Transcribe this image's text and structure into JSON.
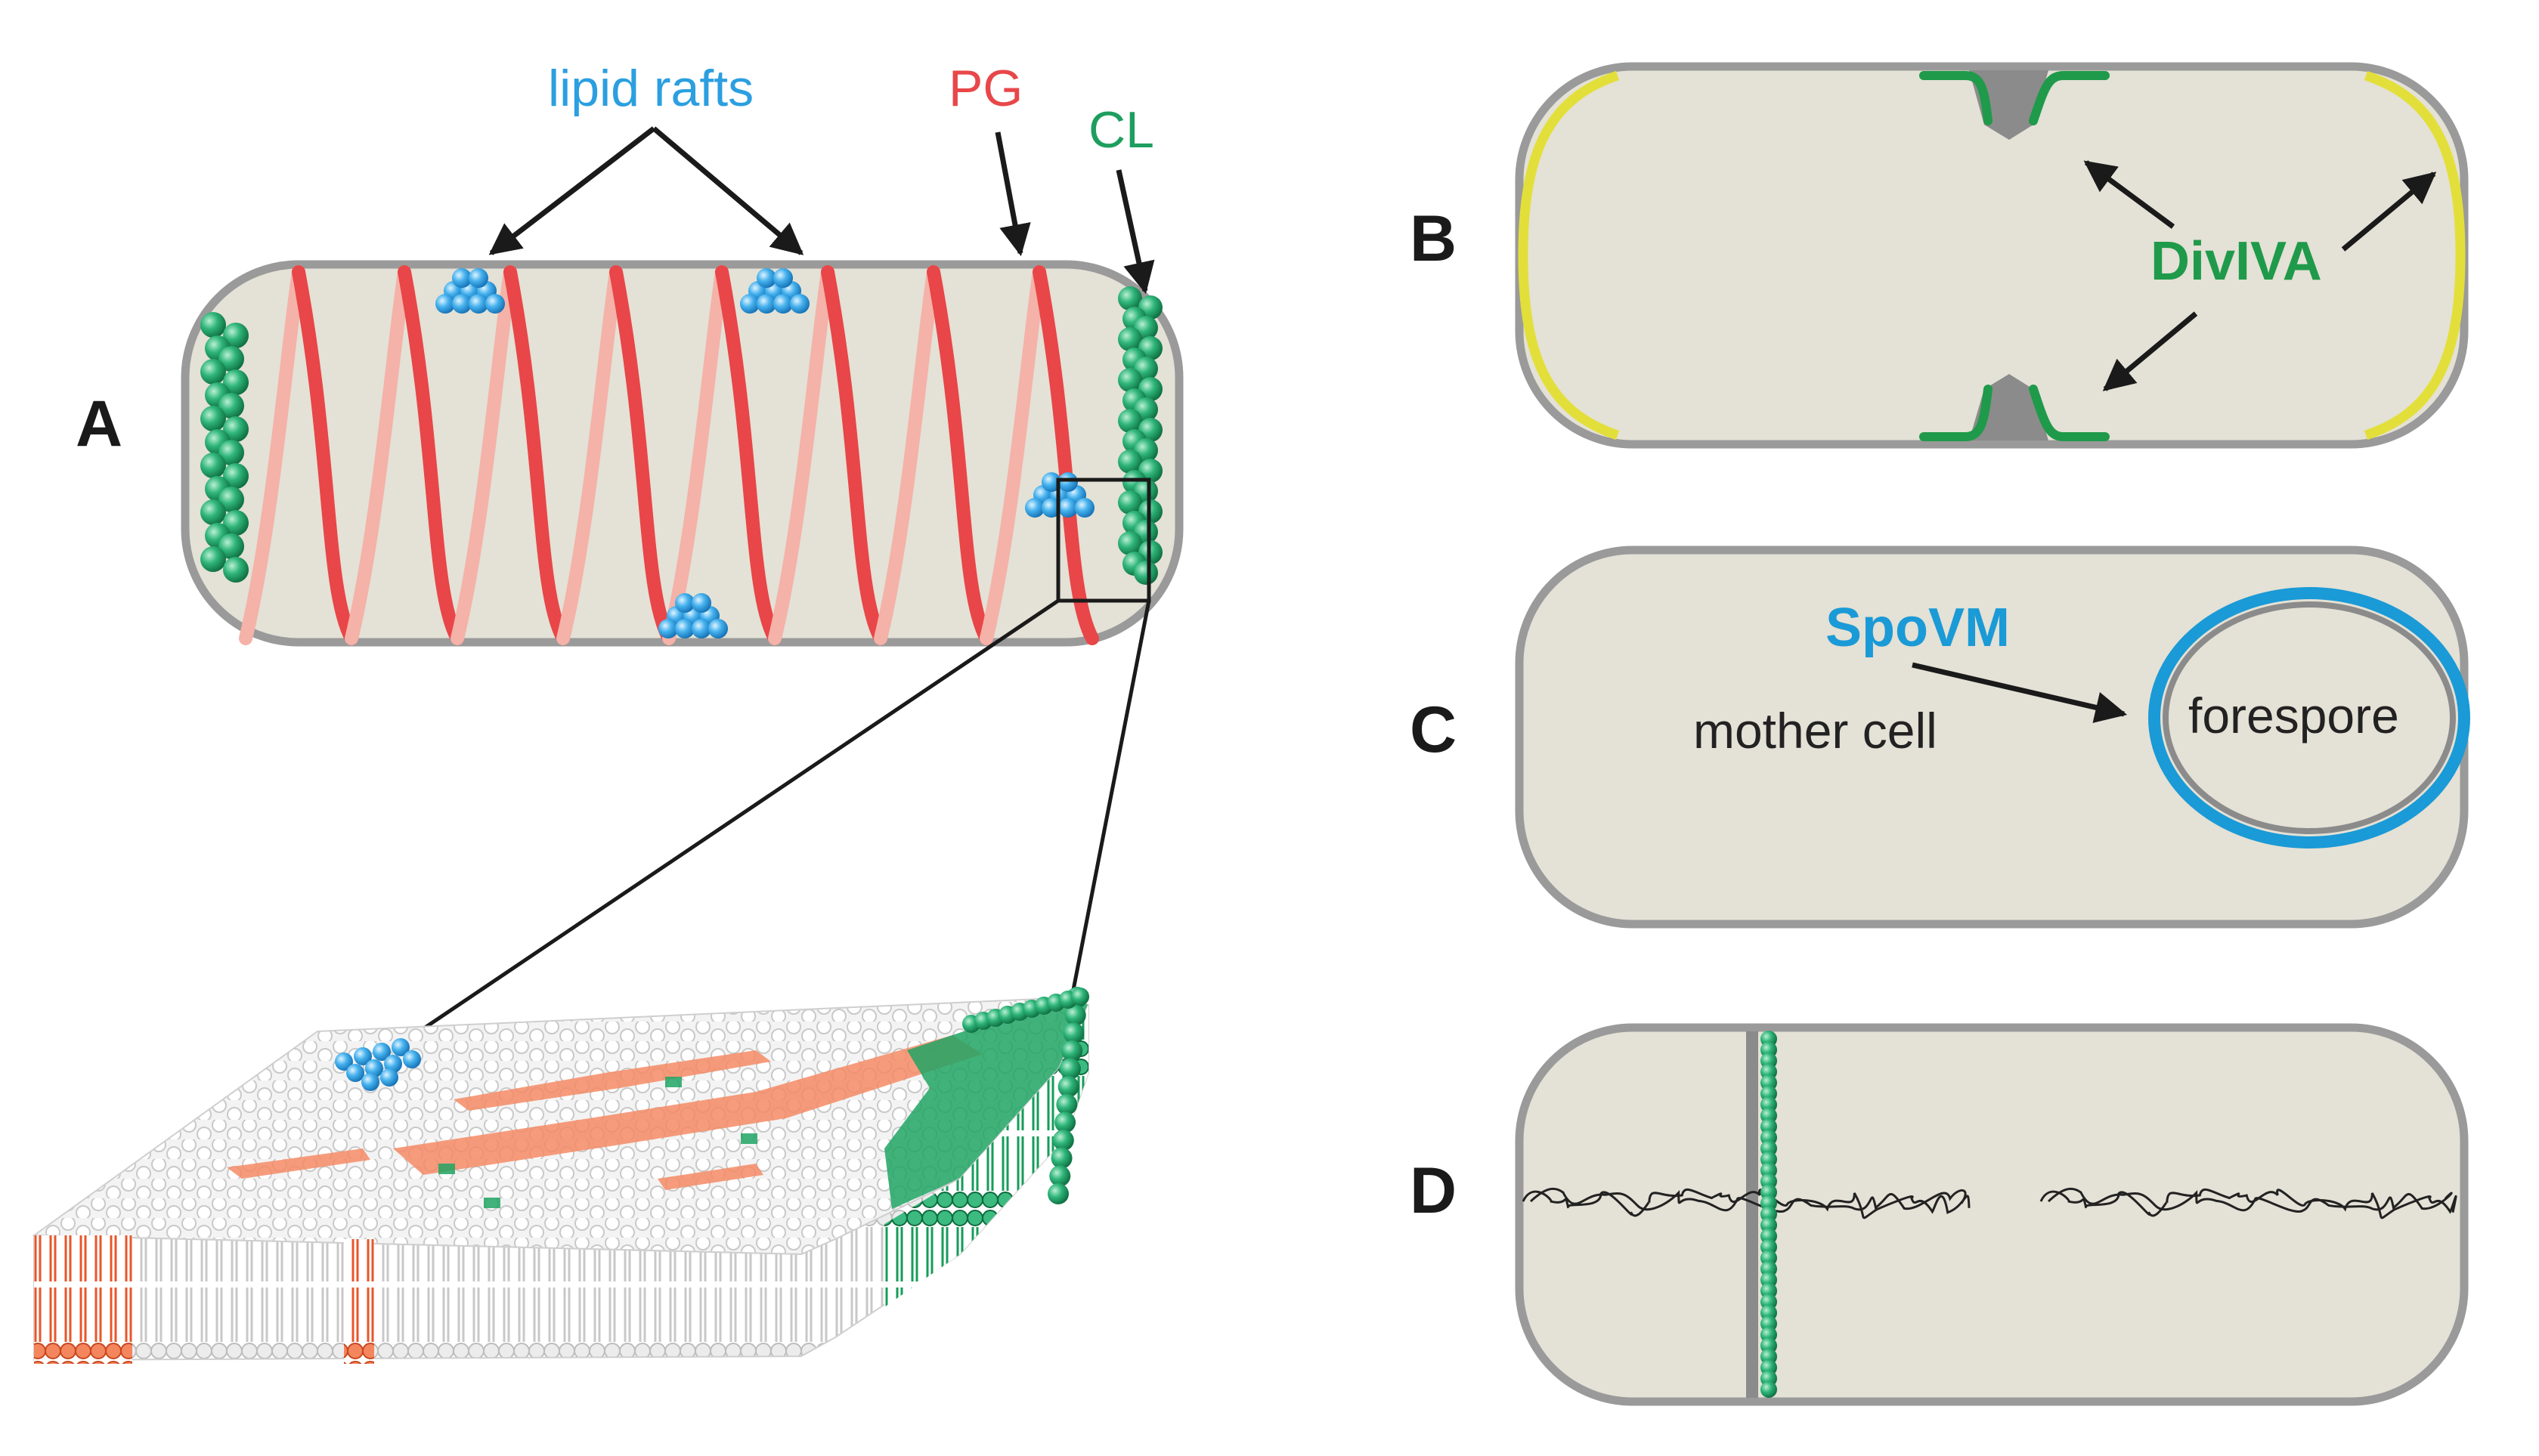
{
  "panels": {
    "A": {
      "letter": "A",
      "labels": {
        "lipid_rafts": "lipid rafts",
        "pg": "PG",
        "cl": "CL"
      }
    },
    "B": {
      "letter": "B",
      "labels": {
        "divIVA": "DivIVA"
      }
    },
    "C": {
      "letter": "C",
      "labels": {
        "spovm": "SpoVM",
        "mother_cell": "mother cell",
        "forespore": "forespore"
      }
    },
    "D": {
      "letter": "D"
    }
  },
  "colors": {
    "cell_fill": "#e4e1d6",
    "cell_outline": "#9a9a9a",
    "lipid_rafts": "#2b9fe0",
    "pg": "#e8474a",
    "cl": "#1e9e5e",
    "divIVA": "#1f9a4a",
    "pole_cap": "#e3df3a",
    "spovm": "#1a9ad6",
    "membrane_orange": "#f06a3a",
    "arrow": "#1a1a1a"
  }
}
